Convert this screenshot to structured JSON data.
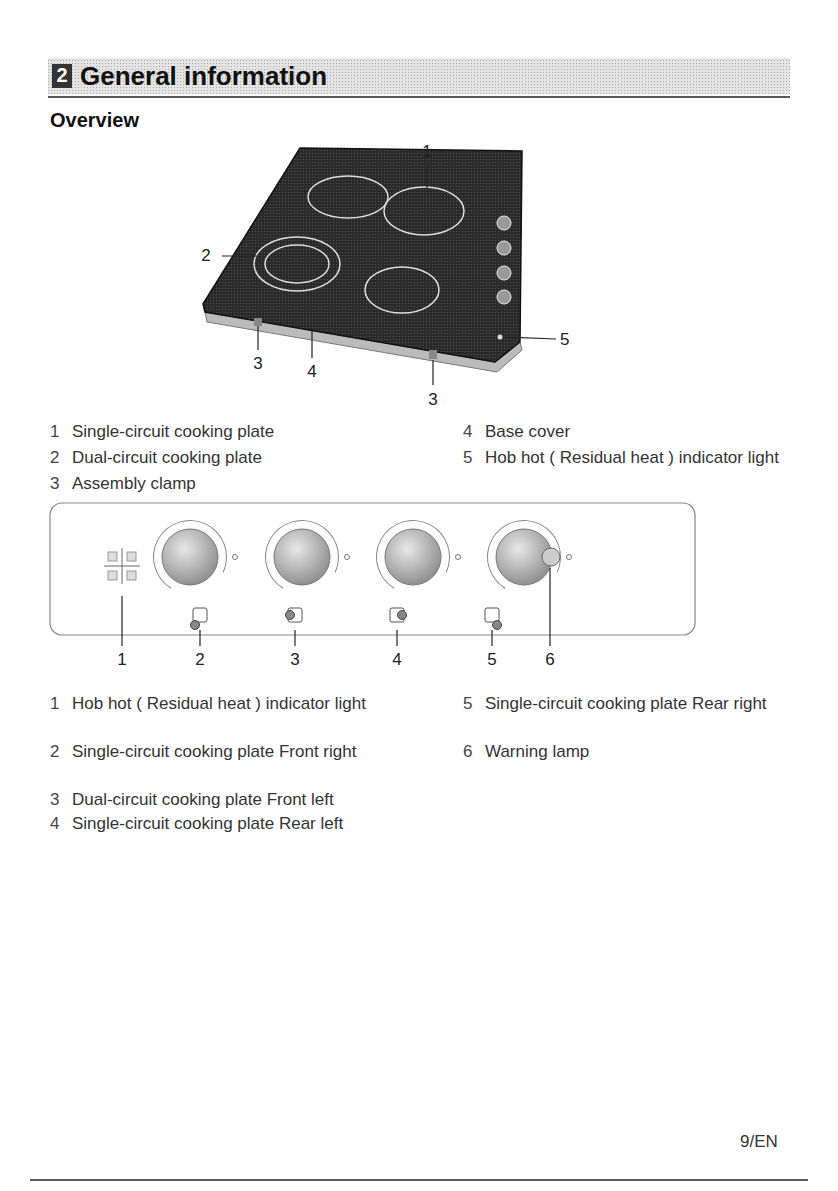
{
  "diagram": {
    "title": "General information",
    "labels": [
      "2",
      "Overview",
      "1",
      "2",
      "3",
      "4",
      "3",
      "5",
      "1",
      "Single-circuit cooking plate",
      "2",
      "Dual-circuit cooking plate",
      "3",
      "Assembly clamp",
      "4",
      "Base cover",
      "5",
      "Hob hot ( Residual heat ) indicator light",
      "1",
      "2",
      "3",
      "4",
      "5",
      "6",
      "1",
      "Hob hot ( Residual heat ) indicator light",
      "2",
      "Single-circuit cooking plate Front right",
      "3",
      "Dual-circuit cooking plate Front left",
      "4",
      "Single-circuit cooking plate Rear left",
      "5",
      "Single-circuit cooking plate Rear right",
      "6",
      "Warning lamp",
      "9/EN"
    ]
  }
}
